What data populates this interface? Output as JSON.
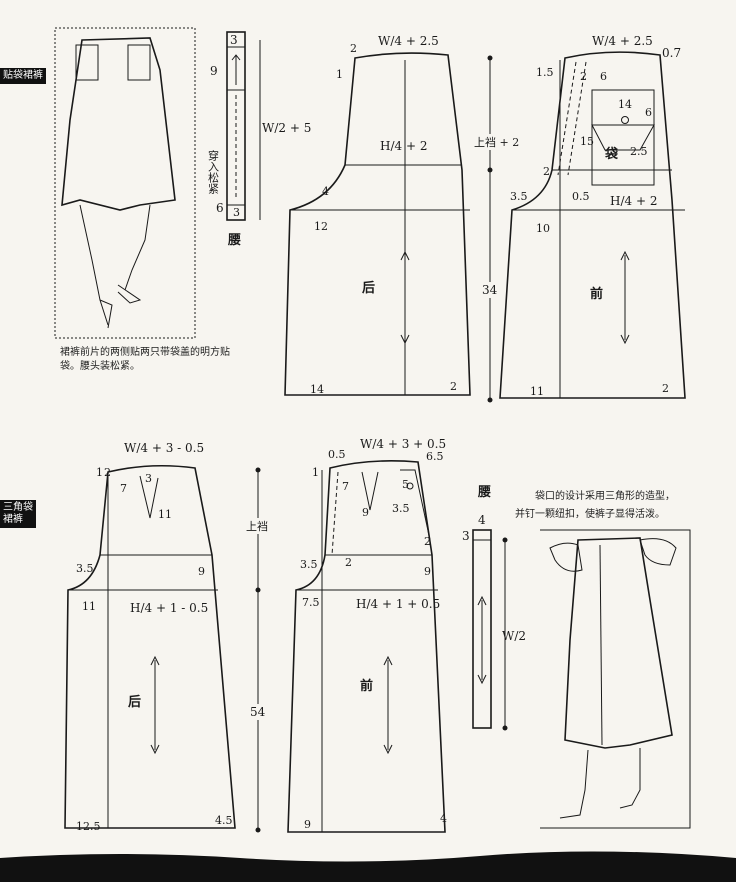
{
  "side_tabs": {
    "top": "贴袋裙裤",
    "bottom_line1": "三角袋",
    "bottom_line2": "裙裤"
  },
  "top_section": {
    "note": "裙裤前片的两侧贴两只带袋盖的明方贴袋。腰头装松紧。",
    "waistband": {
      "top_mark": "3",
      "left_mark": "9",
      "bottom_mark": "6",
      "bottom_right": "3",
      "measure": "W/2 + 5",
      "vertical_text": "穿入松紧",
      "label": "腰"
    },
    "back": {
      "waist": "W/4 + 2.5",
      "hip": "H/4 + 2",
      "label": "后",
      "marks": [
        "2",
        "1",
        "4",
        "12",
        "14",
        "2"
      ]
    },
    "front": {
      "waist": "W/4 + 2.5",
      "offset": "0.7",
      "hip": "H/4 + 2",
      "label": "前",
      "pocket_label": "袋",
      "marks": [
        "1.5",
        "2",
        "6",
        "14",
        "6",
        "15",
        "2.5",
        "2",
        "0.5",
        "3.5",
        "10",
        "11",
        "2"
      ]
    },
    "dims": {
      "rise": "上裆 + 2",
      "length": "34"
    }
  },
  "bottom_section": {
    "note_line1": "袋口的设计采用三角形的造型，",
    "note_line2": "并钉一颗纽扣，使裤子显得活泼。",
    "back": {
      "waist": "W/4 + 3 - 0.5",
      "hip": "H/4 + 1 - 0.5",
      "label": "后",
      "marks": [
        "1",
        "2",
        "7",
        "3",
        "11",
        "3.5",
        "9",
        "11",
        "12.5",
        "4.5"
      ]
    },
    "front": {
      "waist": "W/4 + 3 + 0.5",
      "hip": "H/4 + 1 + 0.5",
      "label": "前",
      "marks": [
        "0.5",
        "1",
        "7",
        "6.5",
        "5",
        "9",
        "3.5",
        "2",
        "3.5",
        "2",
        "9",
        "7.5",
        "9",
        "4"
      ]
    },
    "waistband": {
      "label": "腰",
      "top": "4",
      "left": "3",
      "measure": "W/2"
    },
    "dims": {
      "rise": "上裆",
      "length": "54"
    }
  }
}
